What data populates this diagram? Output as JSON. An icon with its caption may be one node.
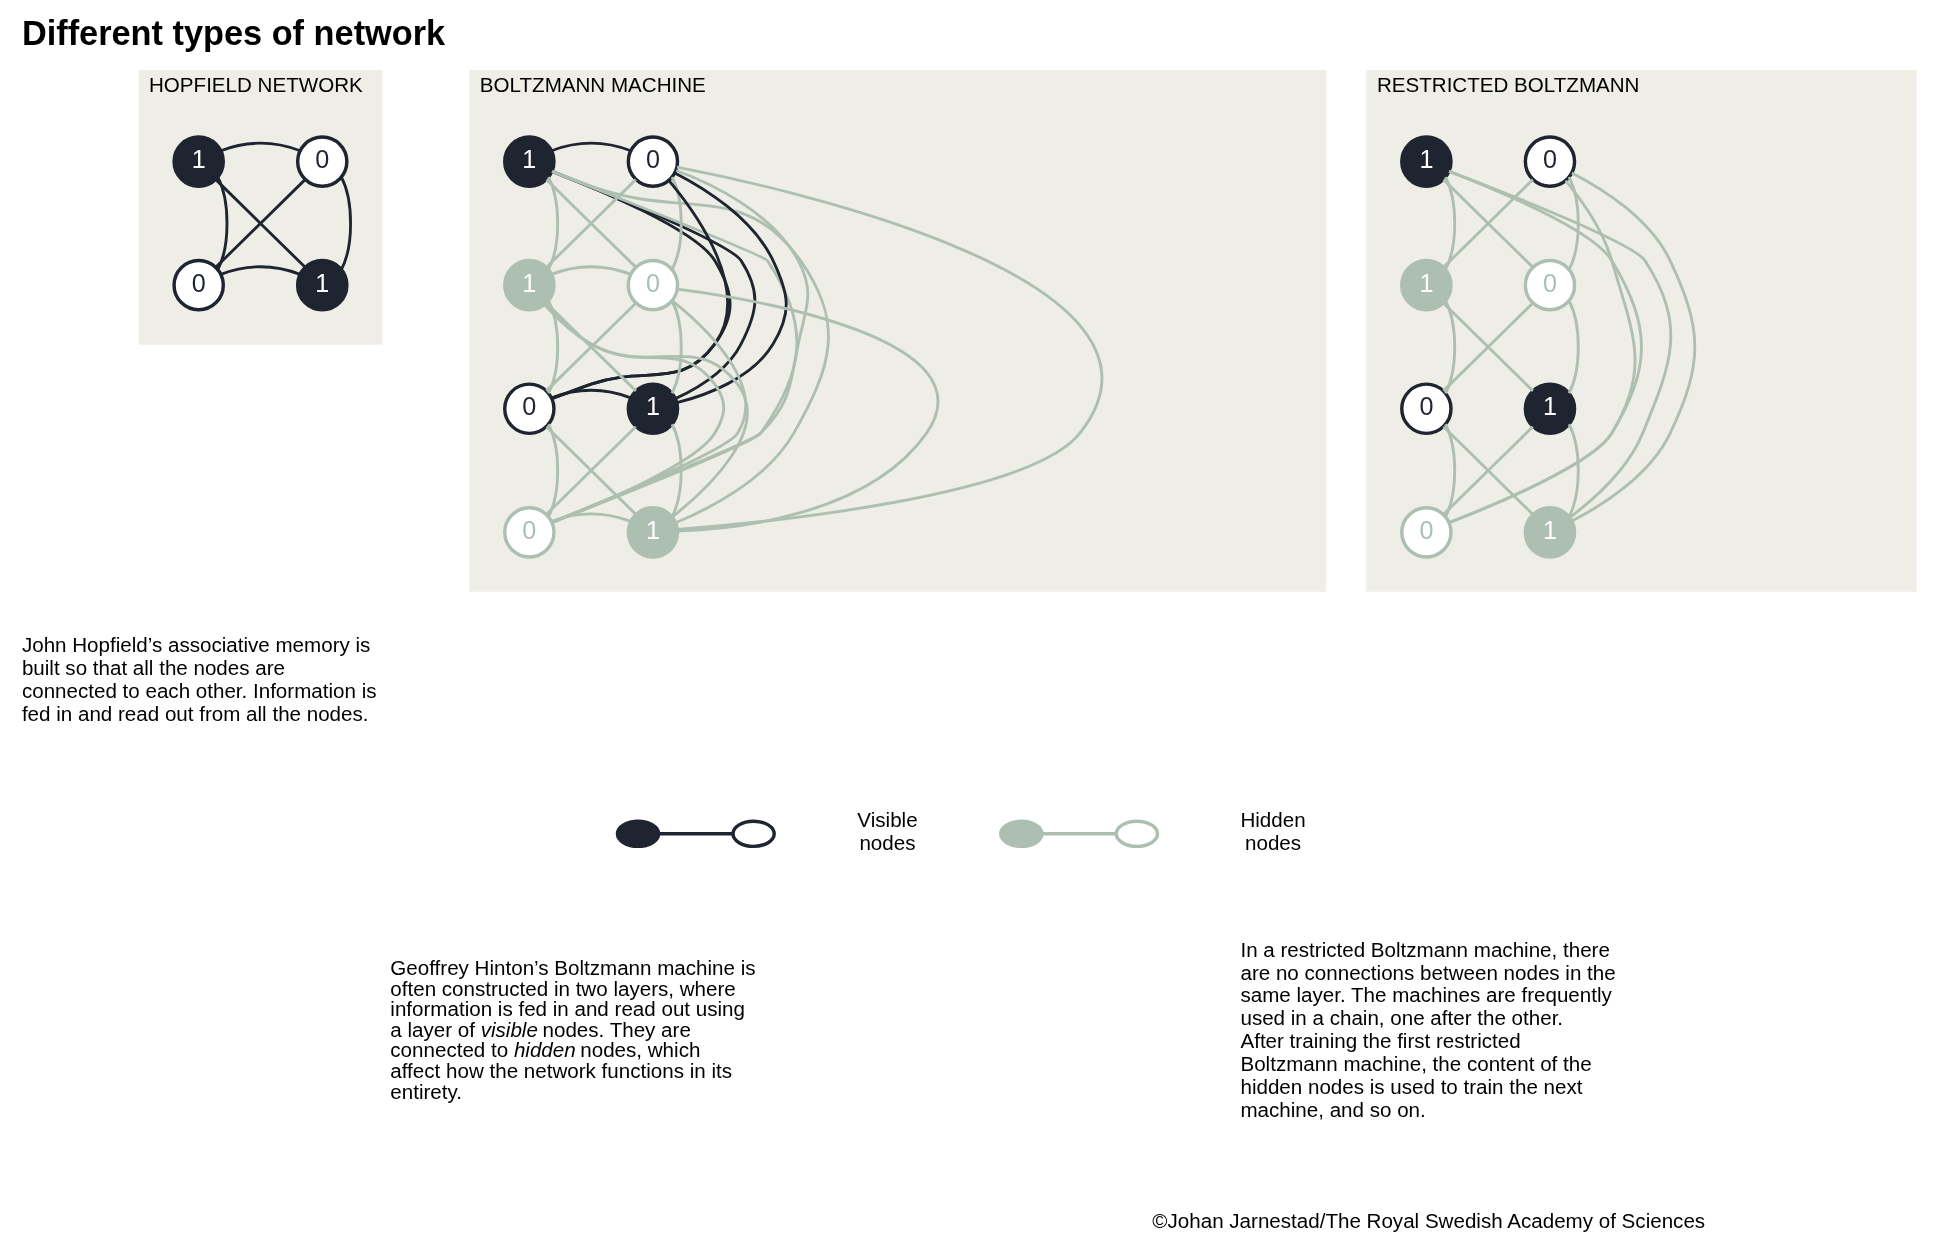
{
  "diagram": {
    "title": "Different types of network",
    "nodes": [
      {
        "text": [
          "HOPFIELD NETWORK"
        ]
      },
      {
        "text": [
          "1"
        ],
        "in": 0
      },
      {
        "text": [
          "0"
        ],
        "in": 0
      },
      {
        "text": [
          "0"
        ],
        "in": 0
      },
      {
        "text": [
          "1"
        ],
        "in": 0
      },
      {
        "text": [
          "BOLTZMANN MACHINE"
        ]
      },
      {
        "text": [
          "1"
        ],
        "in": 5
      },
      {
        "text": [
          "0"
        ],
        "in": 5
      },
      {
        "text": [
          "1"
        ],
        "in": 5
      },
      {
        "text": [
          "0"
        ],
        "in": 5
      },
      {
        "text": [
          "0"
        ],
        "in": 5
      },
      {
        "text": [
          "1"
        ],
        "in": 5
      },
      {
        "text": [
          "0"
        ],
        "in": 5
      },
      {
        "text": [
          "1"
        ],
        "in": 5
      },
      {
        "text": [
          "RESTRICTED BOLTZMANN"
        ]
      },
      {
        "text": [
          "1"
        ],
        "in": 14
      },
      {
        "text": [
          "0"
        ],
        "in": 14
      },
      {
        "text": [
          "1"
        ],
        "in": 14
      },
      {
        "text": [
          "0"
        ],
        "in": 14
      },
      {
        "text": [
          "0"
        ],
        "in": 14
      },
      {
        "text": [
          "1"
        ],
        "in": 14
      },
      {
        "text": [
          "0"
        ],
        "in": 14
      },
      {
        "text": [
          "1"
        ],
        "in": 14
      }
    ],
    "edges": [
      {
        "from": 1,
        "to": 2,
        "arrow": "none",
        "color": "#1e2430"
      },
      {
        "from": 1,
        "to": 3,
        "arrow": "none",
        "color": "#1e2430"
      },
      {
        "from": 1,
        "to": 4,
        "arrow": "none",
        "color": "#1e2430"
      },
      {
        "from": 2,
        "to": 3,
        "arrow": "none",
        "color": "#1e2430"
      },
      {
        "from": 2,
        "to": 4,
        "arrow": "none",
        "color": "#1e2430"
      },
      {
        "from": 3,
        "to": 4,
        "arrow": "none",
        "color": "#1e2430"
      },
      {
        "from": 6,
        "to": 7,
        "arrow": "none",
        "color": "#1e2430"
      },
      {
        "from": 6,
        "to": 10,
        "arrow": "none",
        "color": "#1e2430"
      },
      {
        "from": 6,
        "to": 11,
        "arrow": "none",
        "color": "#1e2430"
      },
      {
        "from": 7,
        "to": 10,
        "arrow": "none",
        "color": "#1e2430"
      },
      {
        "from": 7,
        "to": 11,
        "arrow": "none",
        "color": "#1e2430"
      },
      {
        "from": 10,
        "to": 11,
        "arrow": "none",
        "color": "#1e2430"
      },
      {
        "from": 6,
        "to": 8,
        "arrow": "none"
      },
      {
        "from": 6,
        "to": 9,
        "arrow": "none"
      },
      {
        "from": 6,
        "to": 12,
        "arrow": "none"
      },
      {
        "from": 6,
        "to": 13,
        "arrow": "none"
      },
      {
        "from": 7,
        "to": 8,
        "arrow": "none"
      },
      {
        "from": 7,
        "to": 9,
        "arrow": "none"
      },
      {
        "from": 7,
        "to": 12,
        "arrow": "none"
      },
      {
        "from": 7,
        "to": 13,
        "arrow": "none"
      },
      {
        "from": 10,
        "to": 8,
        "arrow": "none"
      },
      {
        "from": 10,
        "to": 9,
        "arrow": "none"
      },
      {
        "from": 10,
        "to": 12,
        "arrow": "none"
      },
      {
        "from": 10,
        "to": 13,
        "arrow": "none"
      },
      {
        "from": 11,
        "to": 8,
        "arrow": "none"
      },
      {
        "from": 11,
        "to": 9,
        "arrow": "none"
      },
      {
        "from": 11,
        "to": 12,
        "arrow": "none"
      },
      {
        "from": 11,
        "to": 13,
        "arrow": "none"
      },
      {
        "from": 8,
        "to": 9,
        "arrow": "none"
      },
      {
        "from": 8,
        "to": 12,
        "arrow": "none"
      },
      {
        "from": 8,
        "to": 13,
        "arrow": "none"
      },
      {
        "from": 9,
        "to": 12,
        "arrow": "none"
      },
      {
        "from": 9,
        "to": 13,
        "arrow": "none"
      },
      {
        "from": 12,
        "to": 13,
        "arrow": "none"
      },
      {
        "from": 15,
        "to": 17,
        "arrow": "none"
      },
      {
        "from": 15,
        "to": 18,
        "arrow": "none"
      },
      {
        "from": 15,
        "to": 21,
        "arrow": "none"
      },
      {
        "from": 15,
        "to": 22,
        "arrow": "none"
      },
      {
        "from": 16,
        "to": 17,
        "arrow": "none"
      },
      {
        "from": 16,
        "to": 18,
        "arrow": "none"
      },
      {
        "from": 16,
        "to": 21,
        "arrow": "none"
      },
      {
        "from": 16,
        "to": 22,
        "arrow": "none"
      },
      {
        "from": 19,
        "to": 17,
        "arrow": "none"
      },
      {
        "from": 19,
        "to": 18,
        "arrow": "none"
      },
      {
        "from": 19,
        "to": 21,
        "arrow": "none"
      },
      {
        "from": 19,
        "to": 22,
        "arrow": "none"
      },
      {
        "from": 20,
        "to": 17,
        "arrow": "none"
      },
      {
        "from": 20,
        "to": 18,
        "arrow": "none"
      },
      {
        "from": 20,
        "to": 21,
        "arrow": "none"
      },
      {
        "from": 20,
        "to": 22,
        "arrow": "none"
      }
    ],
    "labels": [
      "John Hopfield’s associative memory is built so that all the nodes are connected to each other. Information is fed in and read out from all the nodes.",
      "Geoffrey Hinton’s Boltzmann machine is often constructed in two layers, where information is fed in and read out using a layer of *visible* nodes. They are connected to *hidden* nodes, which affect how the network functions in its entirety.",
      "In a restricted Boltzmann machine, there are no connections between nodes in the same layer. The machines are frequently used in a chain, one after the other. After training the first restricted Boltzmann machine, the content of the hidden nodes is used to train the next machine, and so on.",
      "©Johan Jarnestad/The Royal Swedish Academy of Sciences"
    ],
    "legend": [
      {
        "text": "Visible nodes"
      },
      {
        "text": "Hidden nodes"
      }
    ]
  }
}
